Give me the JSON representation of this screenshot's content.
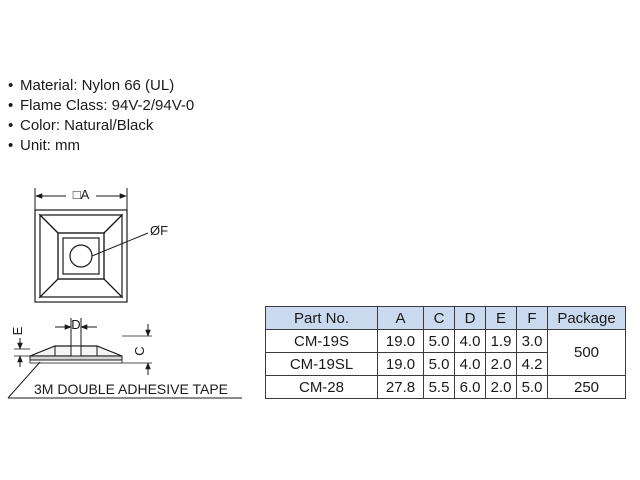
{
  "specs": {
    "bullet": "•",
    "items": [
      "Material: Nylon 66 (UL)",
      "Flame Class: 94V-2/94V-0",
      "Color: Natural/Black",
      "Unit: mm"
    ]
  },
  "drawing": {
    "label_a": "□A",
    "label_f": "ØF",
    "label_d": "D",
    "label_e": "E",
    "label_c": "C",
    "tape_label": "3M DOUBLE ADHESIVE TAPE"
  },
  "table": {
    "header_color": "#c9d9ee",
    "headers": [
      "Part No.",
      "A",
      "C",
      "D",
      "E",
      "F",
      "Package"
    ],
    "rows": [
      {
        "part": "CM-19S",
        "a": "19.0",
        "c": "5.0",
        "d": "4.0",
        "e": "1.9",
        "f": "3.0"
      },
      {
        "part": "CM-19SL",
        "a": "19.0",
        "c": "5.0",
        "d": "4.0",
        "e": "2.0",
        "f": "4.2"
      },
      {
        "part": "CM-28",
        "a": "27.8",
        "c": "5.5",
        "d": "6.0",
        "e": "2.0",
        "f": "5.0"
      }
    ],
    "package_group_1": "500",
    "package_group_2": "250"
  }
}
